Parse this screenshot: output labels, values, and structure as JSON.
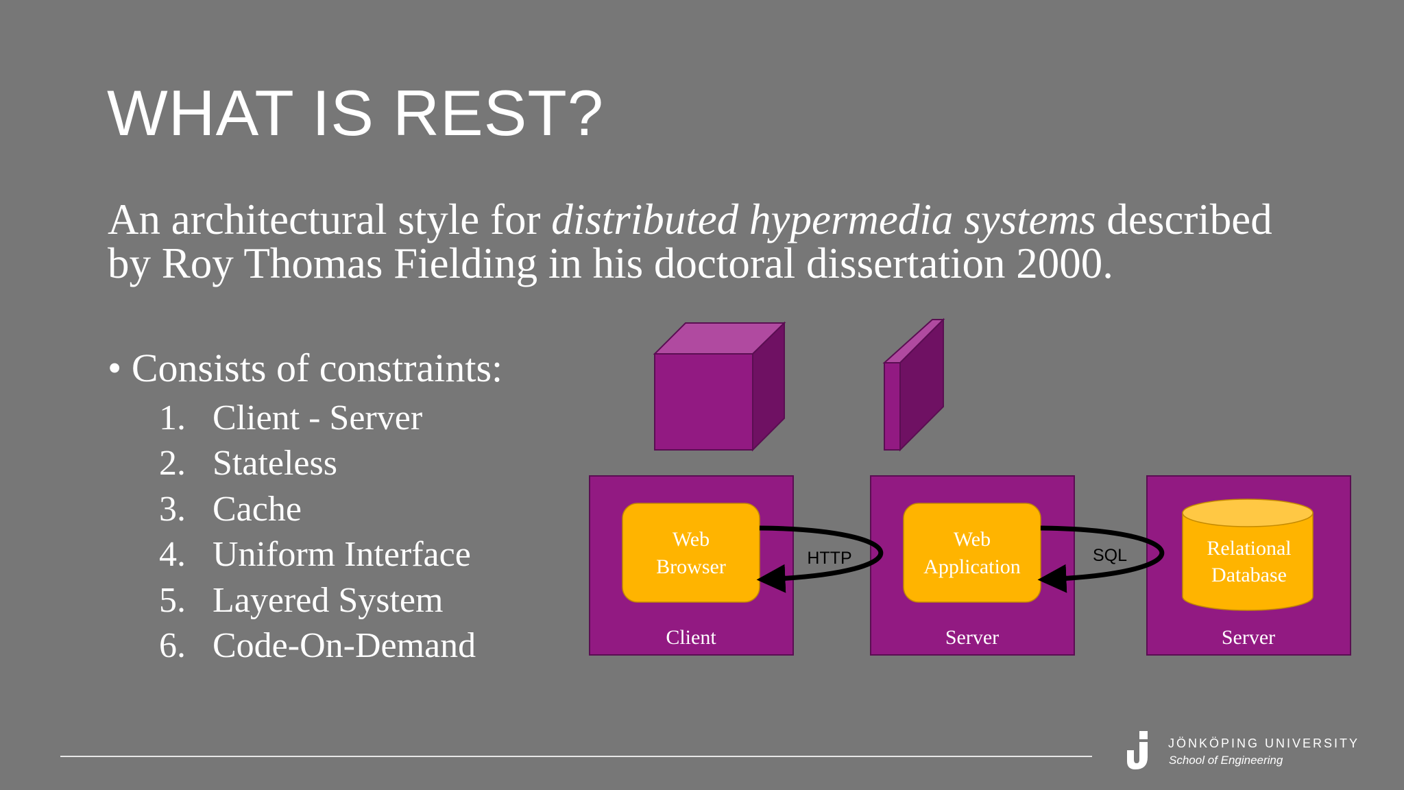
{
  "slide": {
    "title": "WHAT IS REST?",
    "intro_before": "An architectural style for ",
    "intro_emph": "distributed hypermedia systems",
    "intro_after": " described by Roy Thomas Fielding in his doctoral dissertation 2000.",
    "bullet_marker": "•",
    "bullet": "Consists of constraints:",
    "constraints": [
      {
        "num": "1.",
        "label": "Client - Server"
      },
      {
        "num": "2.",
        "label": "Stateless"
      },
      {
        "num": "3.",
        "label": "Cache"
      },
      {
        "num": "4.",
        "label": "Uniform Interface"
      },
      {
        "num": "5.",
        "label": "Layered System"
      },
      {
        "num": "6.",
        "label": "Code-On-Demand"
      }
    ]
  },
  "diagram": {
    "colors": {
      "tier": "#921a82",
      "component": "#ffb400",
      "cube_front": "#921a82",
      "cube_top": "#b04aa0",
      "cube_side": "#6f1163"
    },
    "client": {
      "component_line1": "Web",
      "component_line2": "Browser",
      "tier_label": "Client"
    },
    "app_server": {
      "component_line1": "Web",
      "component_line2": "Application",
      "tier_label": "Server"
    },
    "db_server": {
      "component_line1": "Relational",
      "component_line2": "Database",
      "tier_label": "Server"
    },
    "protocol_1": "HTTP",
    "protocol_2": "SQL"
  },
  "footer": {
    "university": "JÖNKÖPING UNIVERSITY",
    "school": "School of Engineering"
  }
}
